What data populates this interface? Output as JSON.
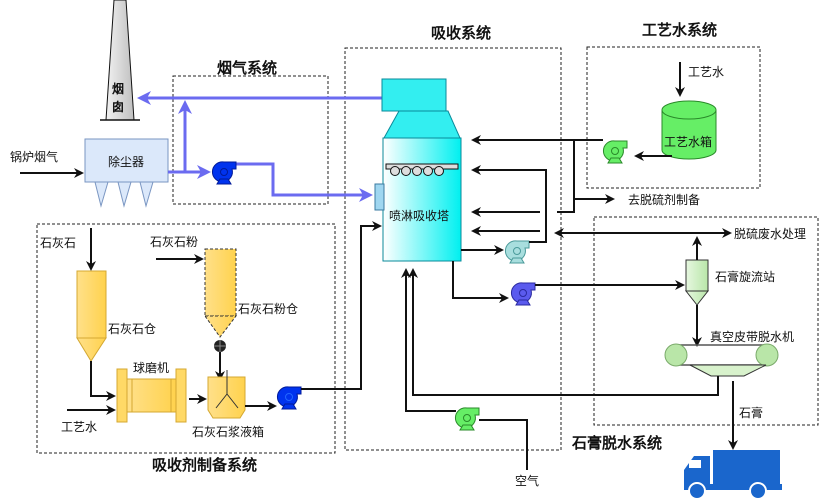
{
  "systems": {
    "flue_gas": "烟气系统",
    "absorption": "吸收系统",
    "process_water": "工艺水系统",
    "absorbent_prep": "吸收剂制备系统",
    "gypsum_dewatering": "石膏脱水系统"
  },
  "equipment": {
    "chimney": "烟囱",
    "chimney_line1": "烟",
    "chimney_line2": "囱",
    "dust_collector": "除尘器",
    "spray_tower": "喷淋吸收塔",
    "process_water_tank": "工艺水箱",
    "limestone_silo": "石灰石仓",
    "limestone_powder_silo": "石灰石粉仓",
    "ball_mill": "球磨机",
    "slurry_tank": "石灰石浆液箱",
    "gypsum_cyclone": "石膏旋流站",
    "vacuum_belt_filter": "真空皮带脱水机"
  },
  "streams": {
    "boiler_flue_gas": "锅炉烟气",
    "process_water_in": "工艺水",
    "to_absorbent_prep": "去脱硫剂制备",
    "wastewater": "脱硫废水处理",
    "limestone": "石灰石",
    "limestone_powder": "石灰石粉",
    "process_water_mill": "工艺水",
    "air": "空气",
    "gypsum": "石膏"
  },
  "colors": {
    "flue_gas_line": "#6b6bf0",
    "tower": "#00f0f0",
    "process_water_green": "#66ee66",
    "silo_yellow": "#ffd966",
    "truck_blue": "#1a66cc",
    "pump_blue": "#0033ee"
  }
}
